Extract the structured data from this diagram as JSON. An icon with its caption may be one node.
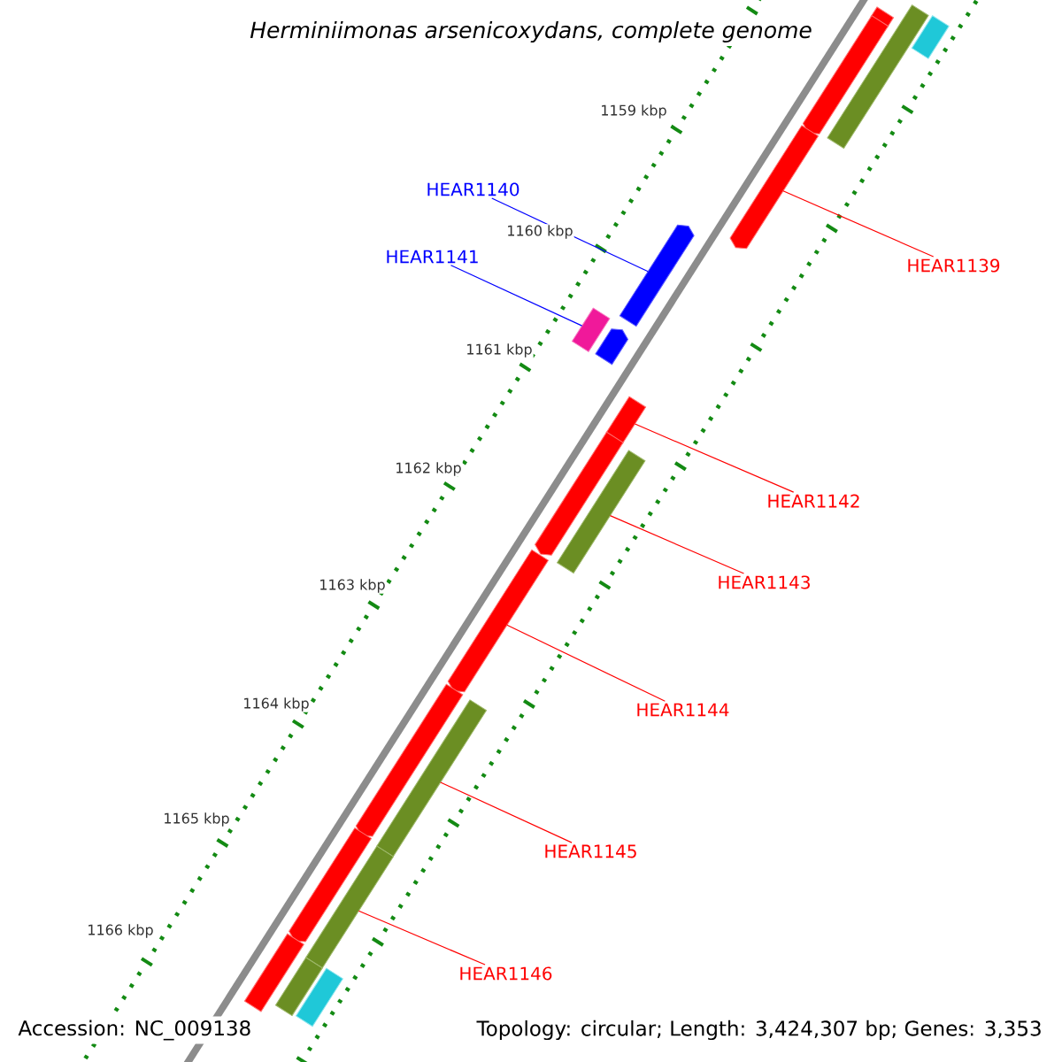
{
  "diagram": {
    "title": "Herminiimonas arsenicoxydans, complete genome",
    "nodes": [
      {
        "text": [
          "HEAR1140"
        ]
      },
      {
        "text": [
          "HEAR1141"
        ]
      },
      {
        "text": [
          "HEAR1139"
        ]
      },
      {
        "text": [
          "HEAR1142"
        ]
      },
      {
        "text": [
          "HEAR1143"
        ]
      },
      {
        "text": [
          "HEAR1144"
        ]
      },
      {
        "text": [
          "HEAR1145"
        ]
      },
      {
        "text": [
          "HEAR1146"
        ]
      },
      {
        "text": [],
        "shape": "arrow"
      },
      {
        "text": [],
        "shape": "bar"
      },
      {
        "text": [],
        "shape": "bar"
      },
      {
        "text": [],
        "shape": "arrow"
      },
      {
        "text": [],
        "shape": "arrow"
      },
      {
        "text": [],
        "shape": "arrow"
      },
      {
        "text": [],
        "shape": "bar"
      },
      {
        "text": [],
        "shape": "arrow"
      },
      {
        "text": [],
        "shape": "arrow"
      },
      {
        "text": [],
        "shape": "arrow"
      },
      {
        "text": [],
        "shape": "bar"
      },
      {
        "text": [],
        "shape": "arrow"
      },
      {
        "text": [],
        "shape": "arrow"
      },
      {
        "text": [],
        "shape": "bar"
      },
      {
        "text": [],
        "shape": "arrow"
      },
      {
        "text": [],
        "shape": "bar"
      },
      {
        "text": [],
        "shape": "bar"
      },
      {
        "text": [],
        "shape": "bar"
      },
      {
        "text": [],
        "shape": "bar"
      }
    ],
    "edges": [
      {
        "from": 0,
        "to": 13,
        "arrow": "none",
        "color": "#0000ff"
      },
      {
        "from": 1,
        "to": 14,
        "arrow": "none",
        "color": "#0000ff"
      },
      {
        "from": 2,
        "to": 12,
        "arrow": "none"
      },
      {
        "from": 3,
        "to": 16,
        "arrow": "none"
      },
      {
        "from": 4,
        "to": 18,
        "arrow": "none"
      },
      {
        "from": 5,
        "to": 19,
        "arrow": "none"
      },
      {
        "from": 6,
        "to": 21,
        "arrow": "none"
      },
      {
        "from": 7,
        "to": 23,
        "arrow": "none"
      }
    ],
    "labels": [
      "1159 kbp",
      "1160 kbp",
      "1161 kbp",
      "1162 kbp",
      "1163 kbp",
      "1164 kbp",
      "1165 kbp",
      "1166 kbp",
      "Accession: NC_009138",
      "Topology: circular; Length: 3,424,307 bp; Genes: 3,353"
    ]
  }
}
